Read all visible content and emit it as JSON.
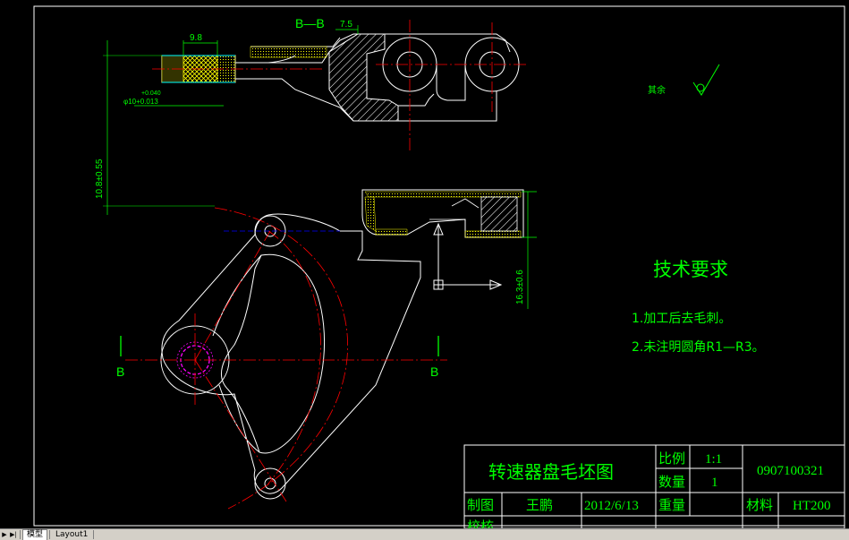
{
  "colors": {
    "background": "#000000",
    "outline": "#ffffff",
    "dimension": "#00ff00",
    "centerline": "#ff0000",
    "hatch_yellow": "#ffff00",
    "hatch_cyan": "#00ffff",
    "hidden_blue": "#0000ff",
    "magenta": "#ff00ff"
  },
  "section": {
    "label": "B—B",
    "dim_top": "7.5",
    "dim_left_width": "9.8",
    "dim_bore_line1": "+0.040",
    "dim_bore_line2": "φ10+0.013",
    "dim_vertical": "10.8±0.55"
  },
  "surface": {
    "label": "其余"
  },
  "plan_view": {
    "dim_right": "16.3±0.6",
    "section_left": "B",
    "section_right": "B"
  },
  "tech": {
    "title": "技术要求",
    "items": [
      "1.加工后去毛刺。",
      "2.未注明圆角R1—R3。"
    ]
  },
  "title_block": {
    "drawing_title": "转速器盘毛坯图",
    "scale_label": "比例",
    "scale_value": "1:1",
    "qty_label": "数量",
    "qty_value": "1",
    "drawing_no": "0907100321",
    "drawn_label": "制图",
    "drawn_by": "王鹏",
    "date": "2012/6/13",
    "weight_label": "重量",
    "material_label": "材料",
    "material_value": "HT200",
    "check_label": "校核"
  },
  "tabs": {
    "model": "模型",
    "layout1": "Layout1"
  }
}
